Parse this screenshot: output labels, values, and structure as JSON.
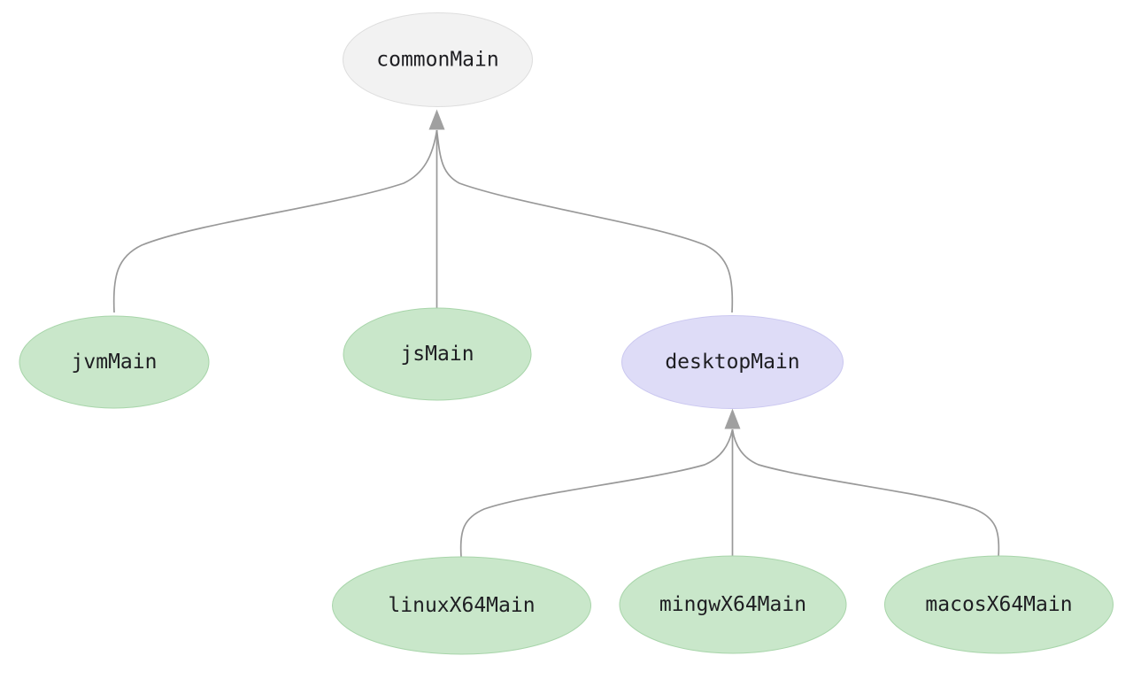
{
  "diagram": {
    "type": "graph",
    "description": "Source set hierarchy tree with curved merging edges and upward arrowheads",
    "nodes": [
      {
        "id": "commonMain",
        "label": "commonMain",
        "role": "common"
      },
      {
        "id": "jvmMain",
        "label": "jvmMain",
        "role": "target"
      },
      {
        "id": "jsMain",
        "label": "jsMain",
        "role": "target"
      },
      {
        "id": "desktopMain",
        "label": "desktopMain",
        "role": "intermediate"
      },
      {
        "id": "linuxX64Main",
        "label": "linuxX64Main",
        "role": "target"
      },
      {
        "id": "mingwX64Main",
        "label": "mingwX64Main",
        "role": "target"
      },
      {
        "id": "macosX64Main",
        "label": "macosX64Main",
        "role": "target"
      }
    ],
    "edges": [
      {
        "from": "jvmMain",
        "to": "commonMain"
      },
      {
        "from": "jsMain",
        "to": "commonMain"
      },
      {
        "from": "desktopMain",
        "to": "commonMain"
      },
      {
        "from": "linuxX64Main",
        "to": "desktopMain"
      },
      {
        "from": "mingwX64Main",
        "to": "desktopMain"
      },
      {
        "from": "macosX64Main",
        "to": "desktopMain"
      }
    ],
    "colors": {
      "background": "#ffffff",
      "common_fill": "#f2f2f2",
      "common_stroke": "#dedede",
      "target_fill": "#c9e7ca",
      "target_stroke": "#a8d5aa",
      "intermediate_fill": "#dedcf7",
      "intermediate_stroke": "#cbc8f0",
      "edge": "#999999",
      "arrow": "#a0a0a0",
      "text": "#1e1e22"
    }
  }
}
